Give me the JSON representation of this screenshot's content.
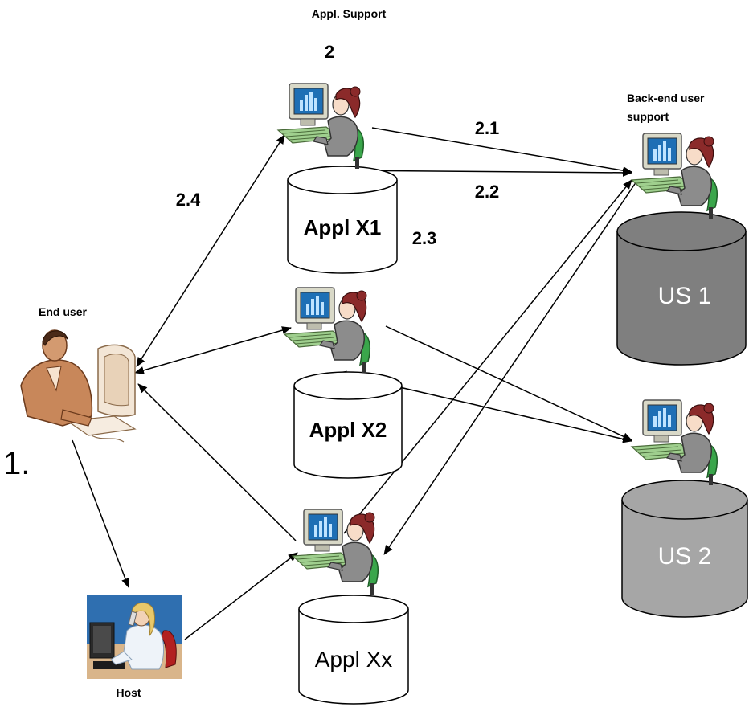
{
  "labels": {
    "appl_support": "Appl. Support",
    "appl_support_num": "2",
    "backend_support": "Back-end user support",
    "end_user": "End user",
    "end_user_num": "1.",
    "host": "Host"
  },
  "steps": {
    "s2_1": "2.1",
    "s2_2": "2.2",
    "s2_3": "2.3",
    "s2_4": "2.4"
  },
  "apps": {
    "x1": "Appl X1",
    "x2": "Appl X2",
    "xx": "Appl Xx"
  },
  "user_stores": {
    "us1": "US 1",
    "us2": "US 2"
  },
  "colors": {
    "us1_fill": "#7f7f7f",
    "us2_fill": "#a6a6a6",
    "arrow": "#000000",
    "hair": "#8b2a2a",
    "monitor": "#1e6fb5"
  },
  "icons": [
    "support-agent-icon",
    "end-user-icon",
    "host-operator-icon",
    "database-cylinder-icon"
  ]
}
